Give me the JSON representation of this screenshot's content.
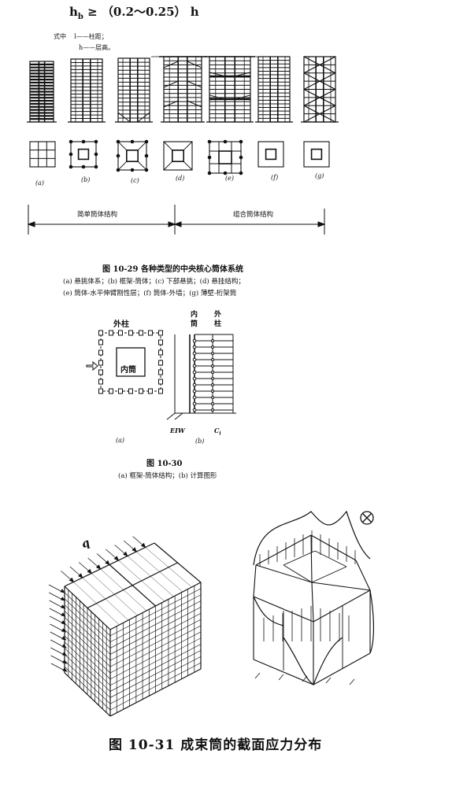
{
  "formula": {
    "lhs": "h",
    "sub": "b",
    "rhs": "≥ （0.2～0.25） h"
  },
  "where": {
    "prefix": "式中",
    "line1": "l——柱距；",
    "line2": "h——层高。"
  },
  "fig29": {
    "labels": [
      "(a)",
      "(b)",
      "(c)",
      "(d)",
      "(e)",
      "(f)",
      "(g)"
    ],
    "group_left": "简单筒体结构",
    "group_right": "组合筒体结构",
    "title": "图 10-29   各种类型的中央核心筒体系统",
    "caption_line1": "(a) 悬挑体系；(b) 框架-筒体；(c) 下部悬挑；(d) 悬挂结构；",
    "caption_line2": "(e) 筒体-水平伸臂刚性层；(f) 筒体-外墙；(g) 薄壁-桁架筒"
  },
  "fig30": {
    "outer_column": "外柱",
    "inner_tube": "内筒",
    "inner_tube_vertical": "内筒",
    "outer_column_vertical": "外柱",
    "eiw": "EIW",
    "ci": "C",
    "ci_sub": "i",
    "label_a": "(a)",
    "label_b": "(b)",
    "title": "图 10-30",
    "caption": "(a) 框架-筒体结构；(b) 计算图形"
  },
  "fig31": {
    "load_label": "q",
    "title": "图 10-31   成束筒的截面应力分布"
  }
}
